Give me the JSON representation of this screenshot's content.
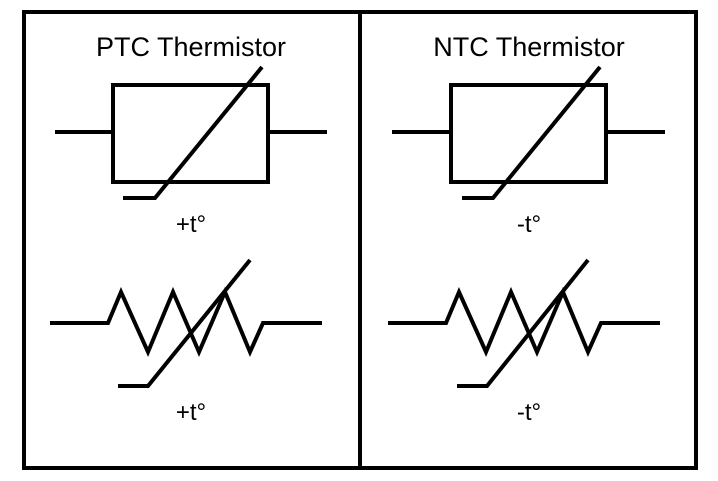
{
  "panels": [
    {
      "title": "PTC Thermistor",
      "box_symbol_label": "+t°",
      "zigzag_symbol_label": "+t°"
    },
    {
      "title": "NTC Thermistor",
      "box_symbol_label": "-t°",
      "zigzag_symbol_label": "-t°"
    }
  ],
  "colors": {
    "stroke": "#000000",
    "background": "#ffffff"
  }
}
